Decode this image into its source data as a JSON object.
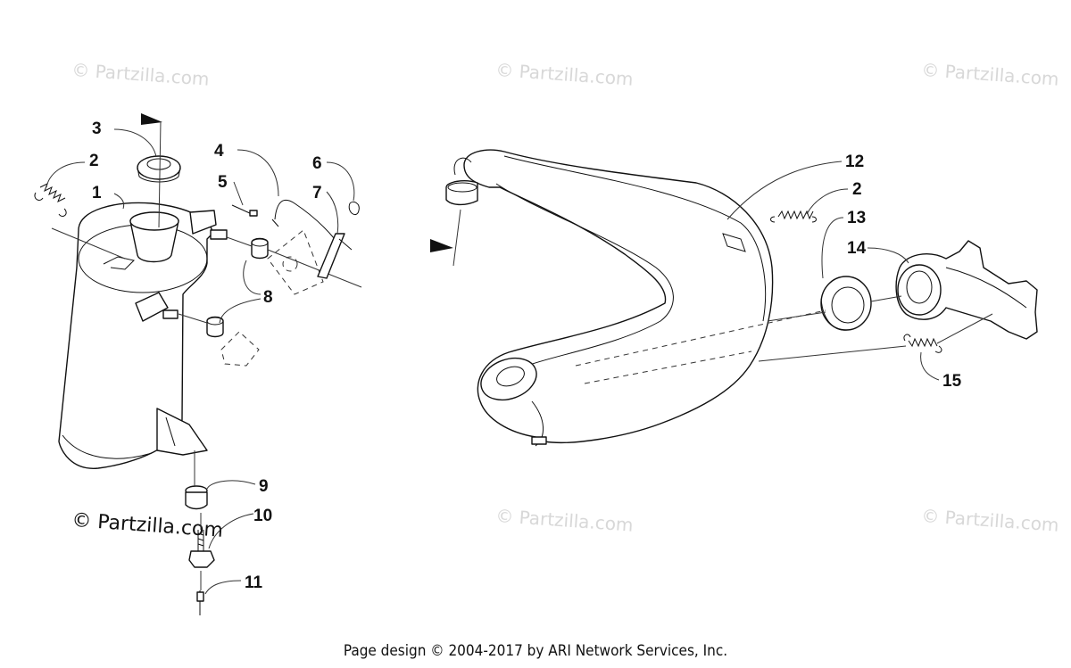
{
  "watermarks": {
    "faint": "© Partzilla.com",
    "dark": "© Partzilla.com"
  },
  "callouts": {
    "c1": "1",
    "c2a": "2",
    "c2b": "2",
    "c3": "3",
    "c4": "4",
    "c5": "5",
    "c6": "6",
    "c7": "7",
    "c8": "8",
    "c9": "9",
    "c10": "10",
    "c11": "11",
    "c12": "12",
    "c13": "13",
    "c14": "14",
    "c15": "15"
  },
  "footer": {
    "text": "Page design © 2004-2017 by ARI Network Services, Inc."
  }
}
